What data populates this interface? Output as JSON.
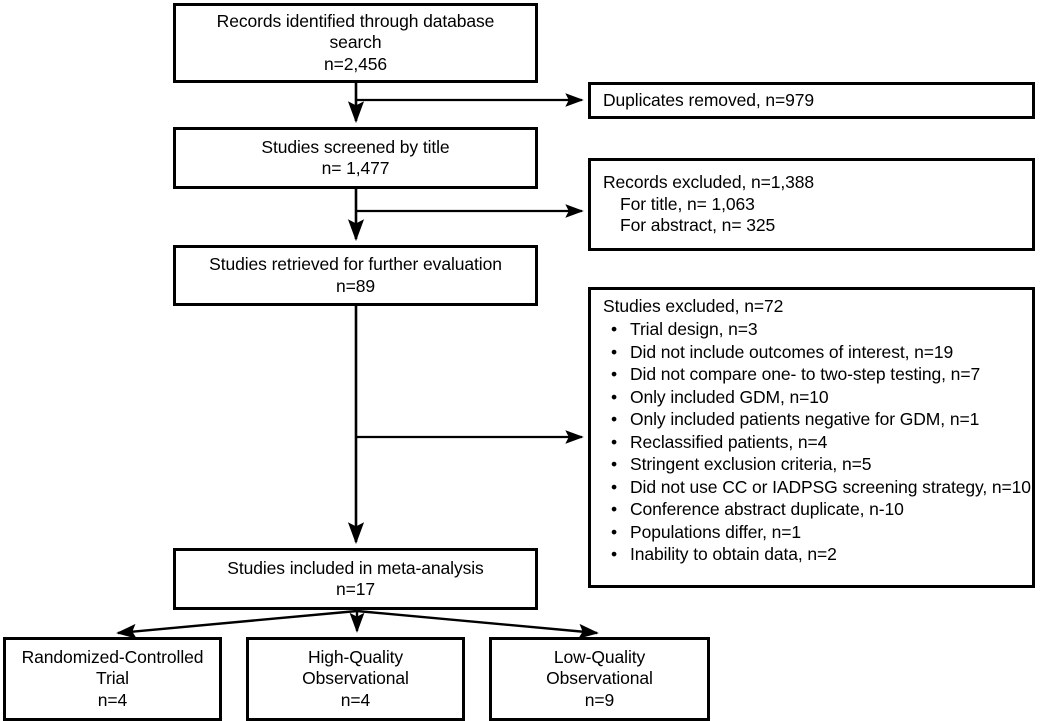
{
  "diagram": {
    "type": "prisma-flow-diagram",
    "title": "",
    "colors": {
      "box_border": "#000000",
      "box_fill": "#ffffff",
      "arrow": "#000000",
      "text": "#000000",
      "background": "#ffffff"
    }
  },
  "nodes": {
    "identified": {
      "line1": "Records identified through database",
      "line2": "search",
      "line3": "n=2,456"
    },
    "screened": {
      "line1": "Studies screened by title",
      "line2": "n= 1,477"
    },
    "retrieved": {
      "line1": "Studies retrieved for further evaluation",
      "line2": "n=89"
    },
    "included": {
      "line1": "Studies included in meta-analysis",
      "line2": "n=17"
    },
    "duplicates": {
      "line1": "Duplicates removed, n=979"
    },
    "records_excluded": {
      "line1": "Records excluded, n=1,388",
      "line2": "For title, n= 1,063",
      "line3": "For abstract, n= 325"
    },
    "studies_excluded": {
      "title": "Studies excluded, n=72",
      "bullet": "•",
      "items": [
        "Trial design, n=3",
        "Did not include outcomes of interest, n=19",
        "Did not compare one- to two-step testing, n=7",
        "Only included GDM, n=10",
        "Only included patients negative for GDM, n=1",
        "Reclassified patients, n=4",
        "Stringent exclusion criteria, n=5",
        "Did not use CC or IADPSG  screening strategy, n=10",
        "Conference abstract duplicate, n-10",
        "Populations differ, n=1",
        "Inability to obtain data, n=2"
      ]
    },
    "rct": {
      "line1": "Randomized-Controlled",
      "line2": "Trial",
      "line3": "n=4"
    },
    "high_quality": {
      "line1": "High-Quality",
      "line2": "Observational",
      "line3": "n=4"
    },
    "low_quality": {
      "line1": "Low-Quality",
      "line2": "Observational",
      "line3": "n=9"
    }
  },
  "flow_data": {
    "records_identified": 2456,
    "duplicates_removed": 979,
    "screened_by_title": 1477,
    "records_excluded_total": 1388,
    "excluded_for_title": 1063,
    "excluded_for_abstract": 325,
    "retrieved_for_evaluation": 89,
    "studies_excluded_total": 72,
    "studies_included": 17,
    "randomized_controlled_trial": 4,
    "high_quality_observational": 4,
    "low_quality_observational": 9,
    "exclusion_reason_counts": [
      3,
      19,
      7,
      10,
      1,
      4,
      5,
      10,
      10,
      1,
      2
    ]
  }
}
